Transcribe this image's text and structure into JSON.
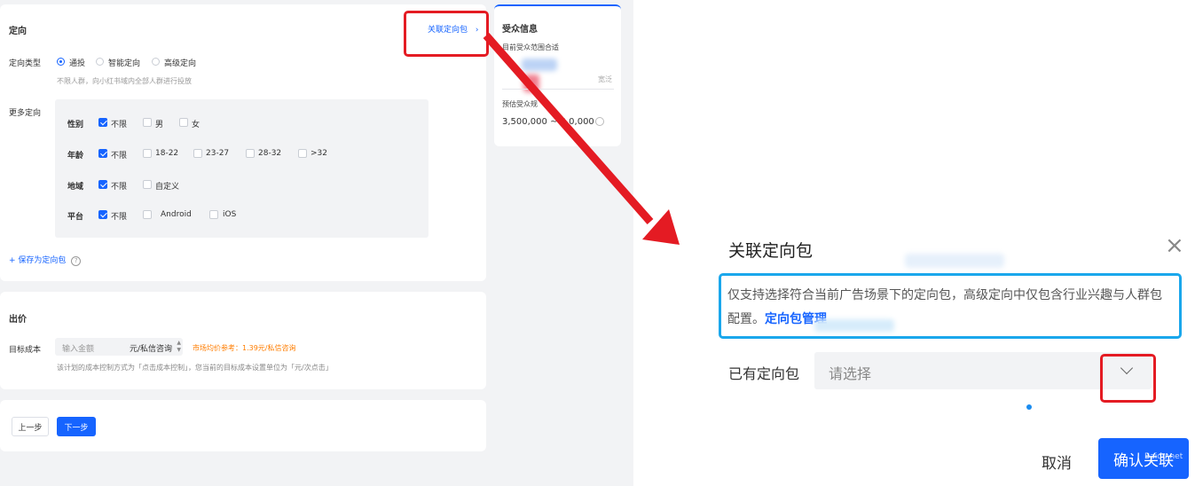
{
  "targeting": {
    "title": "定向",
    "related_link": "关联定向包",
    "type_label": "定向类型",
    "type_options": [
      "通投",
      "智能定向",
      "高级定向"
    ],
    "type_hint": "不限人群，向小红书域内全部人群进行投放",
    "more_label": "更多定向",
    "rows": [
      {
        "label": "性别",
        "options": [
          "不限",
          "男",
          "女"
        ]
      },
      {
        "label": "年龄",
        "options": [
          "不限",
          "18-22",
          "23-27",
          "28-32",
          ">32"
        ]
      },
      {
        "label": "地域",
        "options": [
          "不限",
          "自定义"
        ]
      },
      {
        "label": "平台",
        "options": [
          "不限",
          "Android",
          "iOS"
        ]
      }
    ],
    "save_link": "+ 保存为定向包",
    "help_icon": "question-circle-icon"
  },
  "audience": {
    "title": "受众信息",
    "scope_label": "目前受众范围合适",
    "side_text": "宽泛",
    "estimate_label": "预估受众规",
    "estimate_value": "3,500,000 ~ 4,0,000"
  },
  "bid": {
    "title": "出价",
    "cost_label": "目标成本",
    "input_placeholder": "输入金额",
    "unit": "元/私信咨询",
    "market_ref": "市场均价参考：1.39元/私信咨询",
    "hint": "该计划的成本控制方式为「点击成本控制」，您当前的目标成本设置单位为「元/次点击」"
  },
  "footer": {
    "prev": "上一步",
    "next": "下一步"
  },
  "dialog": {
    "title": "关联定向包",
    "notice": "仅支持选择符合当前广告场景下的定向包，高级定向中仅包含行业兴趣与人群包配置。",
    "manage_link": "定向包管理",
    "existing_label": "已有定向包",
    "select_placeholder": "请选择",
    "cancel": "取消",
    "confirm": "确认关联",
    "watermark": "Baidu.net"
  },
  "colors": {
    "primary": "#1664ff",
    "highlight_red": "#e41b23",
    "highlight_cyan": "#1aa7ec",
    "market_orange": "#ff7d00"
  }
}
